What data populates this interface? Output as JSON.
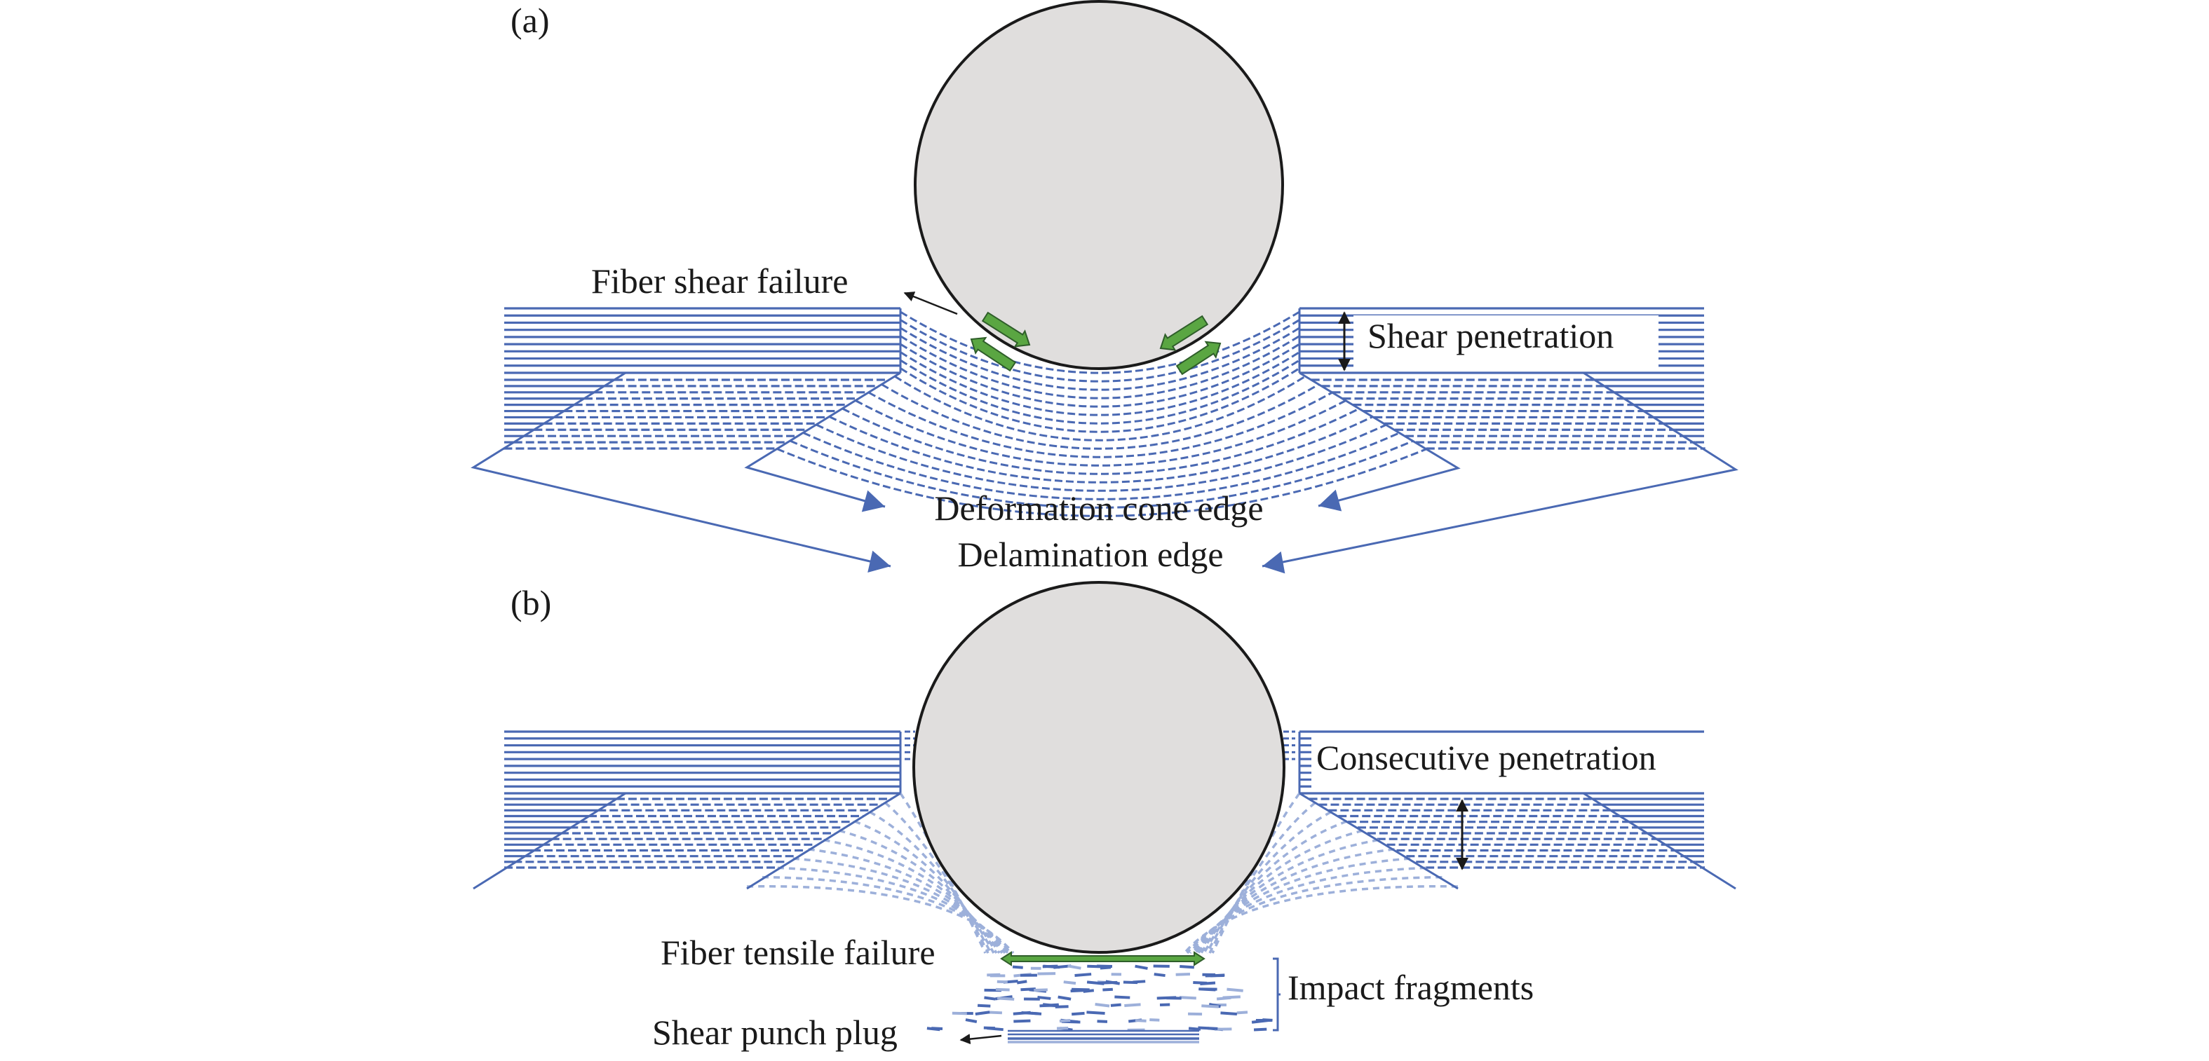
{
  "figure": {
    "panels": [
      {
        "id": "a",
        "label": "(a)",
        "annotations": {
          "fiber_shear_failure": "Fiber shear failure",
          "shear_penetration": "Shear penetration",
          "deformation_cone_edge": "Deformation cone edge",
          "delamination_edge": "Delamination edge"
        }
      },
      {
        "id": "b",
        "label": "(b)",
        "annotations": {
          "consecutive_penetration": "Consecutive penetration",
          "fiber_tensile_failure": "Fiber tensile failure",
          "impact_fragments": "Impact fragments",
          "shear_punch_plug": "Shear punch plug"
        }
      }
    ],
    "colors": {
      "laminate_blue": "#4a69b3",
      "laminate_light": "#9db0da",
      "projectile_fill": "#e0dedd",
      "projectile_stroke": "#1a1a1a",
      "failure_green": "#5aa642",
      "failure_green_outline": "#2f5e2a",
      "text": "#1a1a1a"
    }
  }
}
